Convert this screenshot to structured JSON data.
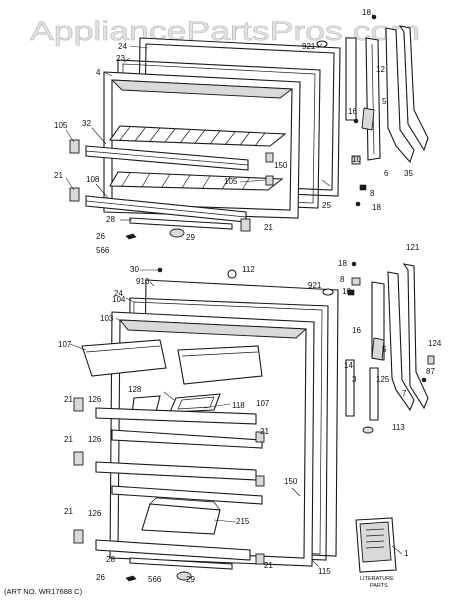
{
  "watermark": "AppliancePartsPros.com",
  "art_number": "(ART NO. WR17688 C)",
  "literature_label_line1": "LITERATURE",
  "literature_label_line2": "PARTS",
  "callouts": {
    "c18a": "18",
    "c24a": "24",
    "c921a": "921",
    "c23": "23",
    "c4": "4",
    "c12": "12",
    "c105a": "105",
    "c32": "32",
    "c5a": "5",
    "c16a": "16",
    "c150a": "150",
    "c10": "10",
    "c6": "6",
    "c35": "35",
    "c105b": "105",
    "c8a": "8",
    "c21a": "21",
    "c108": "108",
    "c25": "25",
    "c18b": "18",
    "c28a": "28",
    "c21b": "21",
    "c26a": "26",
    "c29a": "29",
    "c566a": "566",
    "c30": "30",
    "c112": "112",
    "c18c": "18",
    "c121": "121",
    "c910": "910",
    "c921b": "921",
    "c8b": "8",
    "c24b": "24",
    "c10b": "10",
    "c104": "104",
    "c103": "103",
    "c16b": "16",
    "c124": "124",
    "c107a": "107",
    "c5b": "5",
    "c87": "87",
    "c14": "14",
    "c3": "3",
    "c125": "125",
    "c7": "7",
    "c128": "128",
    "c21c": "21",
    "c126a": "126",
    "c118": "118",
    "c107b": "107",
    "c113": "113",
    "c21d": "21",
    "c126b": "126",
    "c21e": "21",
    "c150b": "150",
    "c21f": "21",
    "c126c": "126",
    "c215": "215",
    "c115": "115",
    "c1": "1",
    "c28b": "28",
    "c21g": "21",
    "c26b": "26",
    "c566b": "566",
    "c29b": "29"
  }
}
